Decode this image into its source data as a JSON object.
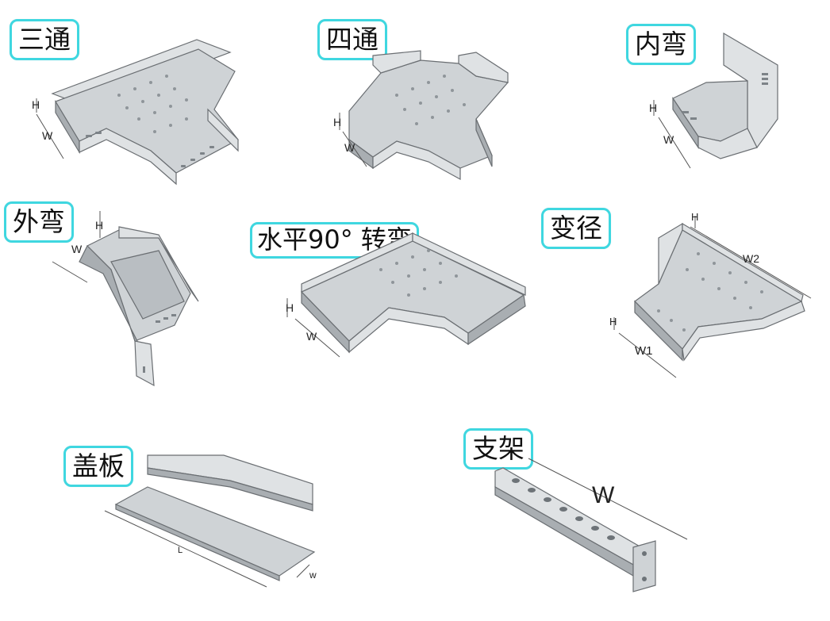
{
  "colors": {
    "label_border": "#3fd7e0",
    "metal_light": "#dfe2e4",
    "metal_mid": "#cfd3d6",
    "metal_dark": "#a9aeb2"
  },
  "labels": {
    "tee": "三通",
    "cross": "四通",
    "inner_bend": "内弯",
    "outer_bend": "外弯",
    "horizontal_bend": "水平90° 转弯",
    "reducer": "变径",
    "cover": "盖板",
    "bracket": "支架"
  },
  "dimensions": {
    "h": "H",
    "w": "W",
    "w1": "W1",
    "w2": "W2",
    "l": "L",
    "w_lower": "w"
  }
}
